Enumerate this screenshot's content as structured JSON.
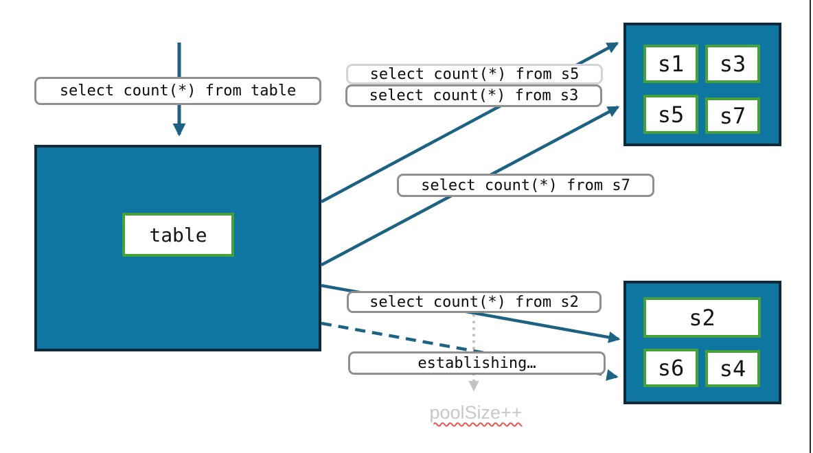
{
  "nodes": {
    "table": {
      "label": "table"
    },
    "shard_group_top": {
      "items": [
        "s1",
        "s3",
        "s5",
        "s7"
      ]
    },
    "shard_group_bottom": {
      "items": [
        "s2",
        "s6",
        "s4"
      ]
    }
  },
  "labels": {
    "query_table": "select count(*) from table",
    "query_s5": "select count(*) from s5",
    "query_s3": "select count(*) from s3",
    "query_s7": "select count(*) from s7",
    "query_s2": "select count(*) from s2",
    "establishing": "establishing…",
    "pool_size": "poolSize++"
  },
  "icons": {
    "solid_arrows": "query routed to shard",
    "dashed_arrow": "connection being established",
    "dotted_arrow": "pool size increment note"
  },
  "colors": {
    "node_fill": "#0e76a0",
    "node_border": "#0f2b3b",
    "shard_border": "#45a23a",
    "arrow_teal": "#1d6183",
    "label_border": "#8f8f8f",
    "label_border_light": "#d4d4d4",
    "muted_gray": "#c8c8c8",
    "dotted_gray": "#c2c2c2",
    "spellcheck_red": "#e3574e"
  }
}
